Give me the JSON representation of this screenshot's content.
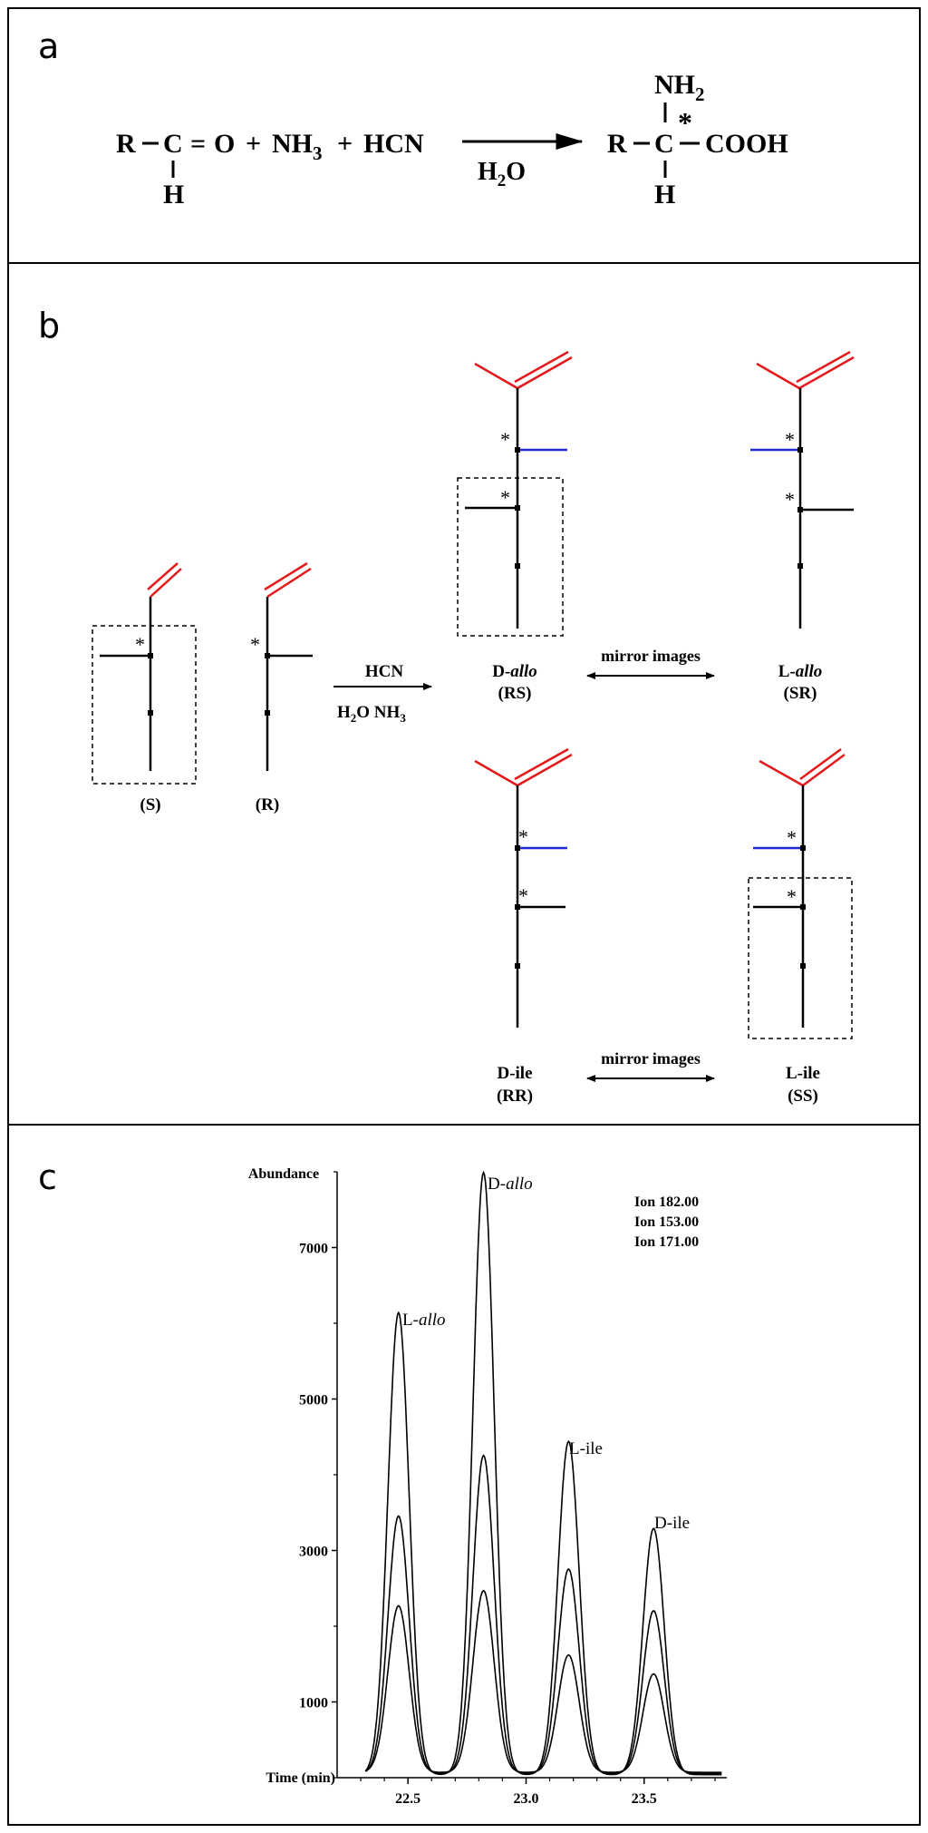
{
  "colors": {
    "carboxyl_red": "#e31a1c",
    "methyl_blue": "#1f2bd6",
    "ink": "#000000"
  },
  "panel_a": {
    "letter": "a",
    "reactants": {
      "r": "R",
      "c": "C",
      "eq": "=",
      "o": "O",
      "plus1": "+",
      "nh": "NH",
      "nh_sub": "3",
      "plus2": "+",
      "hcn": "HCN",
      "h": "H"
    },
    "condition": {
      "h": "H",
      "sub": "2",
      "o": "O"
    },
    "product": {
      "r": "R",
      "c": "C",
      "cooh": "COOH",
      "h": "H",
      "nh": "NH",
      "nh_sub": "2",
      "star": "*"
    }
  },
  "panel_b": {
    "letter": "b",
    "reagent_top": "HCN",
    "reagent_bottom": {
      "h": "H",
      "sub1": "2",
      "o": "O NH",
      "sub2": "3"
    },
    "labels": {
      "s": "(S)",
      "r": "(R)",
      "d_allo_prefix": "D-",
      "d_allo_italic": "allo",
      "d_allo_config": "(RS)",
      "l_allo_prefix": "L-",
      "l_allo_italic": "allo",
      "l_allo_config": "(SR)",
      "d_ile": "D-ile",
      "d_ile_config": "(RR)",
      "l_ile": "L-ile",
      "l_ile_config": "(SS)"
    },
    "mirror_top": "mirror images",
    "mirror_bottom": "mirror images",
    "star": "*"
  },
  "panel_c": {
    "letter": "c",
    "ion_legend": [
      "Ion 182.00",
      "Ion 153.00",
      "Ion 171.00"
    ],
    "peak_labels": {
      "l_allo": {
        "prefix": "L-",
        "italic": "allo",
        "suffix": ""
      },
      "d_allo": {
        "prefix": "D-",
        "italic": "allo",
        "suffix": ""
      },
      "l_ile": {
        "prefix": "L-",
        "italic": "",
        "suffix": "ile"
      },
      "d_ile": {
        "prefix": "D-",
        "italic": "",
        "suffix": "ile"
      }
    }
  },
  "chart_data": {
    "type": "line",
    "title": "",
    "xlabel": "Time (min)",
    "ylabel": "Abundance",
    "xlim": [
      22.2,
      23.85
    ],
    "ylim": [
      0,
      8000
    ],
    "x_ticks": [
      22.5,
      23.0,
      23.5
    ],
    "x_tick_labels": [
      "22.5",
      "23.0",
      "23.5"
    ],
    "y_ticks": [
      1000,
      3000,
      5000,
      7000
    ],
    "y_tick_labels": [
      "1000",
      "3000",
      "5000",
      "7000"
    ],
    "grid": false,
    "legend": "top-right",
    "peak_times": [
      22.46,
      22.82,
      23.18,
      23.54
    ],
    "series": [
      {
        "name": "Ion 182.00",
        "peaks": [
          6100,
          7950,
          4400,
          3250
        ]
      },
      {
        "name": "Ion 153.00",
        "peaks": [
          3400,
          4200,
          2700,
          2150
        ]
      },
      {
        "name": "Ion 171.00",
        "peaks": [
          2200,
          2400,
          1550,
          1300
        ]
      }
    ]
  }
}
